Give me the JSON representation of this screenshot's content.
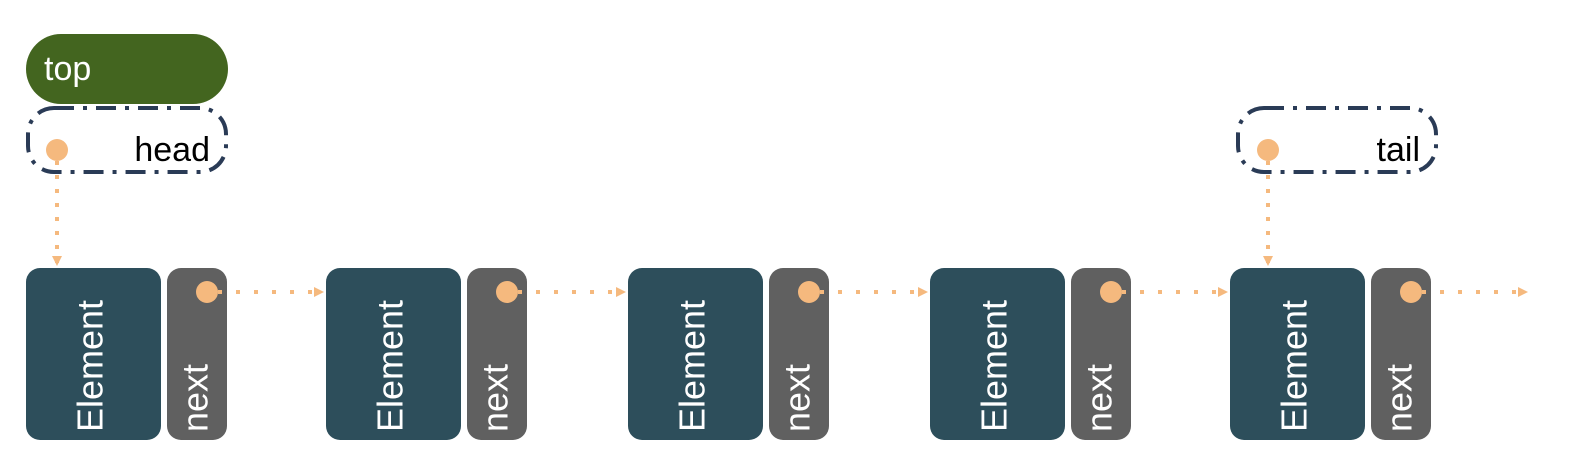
{
  "top_label": "top",
  "head": {
    "label": "head"
  },
  "tail": {
    "label": "tail"
  },
  "nodes": [
    {
      "element_label": "Element",
      "next_label": "next"
    },
    {
      "element_label": "Element",
      "next_label": "next"
    },
    {
      "element_label": "Element",
      "next_label": "next"
    },
    {
      "element_label": "Element",
      "next_label": "next"
    },
    {
      "element_label": "Element",
      "next_label": "next"
    }
  ],
  "colors": {
    "top_fill": "#43651f",
    "element_fill": "#2d4e5b",
    "next_fill": "#606060",
    "pointer_orange": "#f5b97e",
    "dashed_outline": "#2a3b56"
  }
}
